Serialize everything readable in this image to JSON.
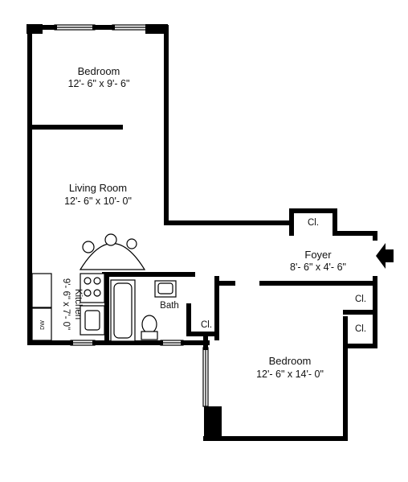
{
  "rooms": {
    "bedroom_top": {
      "name": "Bedroom",
      "dims": "12'- 6\" x 9'- 6\""
    },
    "living_room": {
      "name": "Living Room",
      "dims": "12'- 6\" x 10'- 0\""
    },
    "kitchen": {
      "name": "Kitchen",
      "dims": "9'- 6\" x 7'- 0\""
    },
    "bath": {
      "name": "Bath"
    },
    "foyer": {
      "name": "Foyer",
      "dims": "8'- 6\" x 4'- 6\""
    },
    "bedroom_bottom": {
      "name": "Bedroom",
      "dims": "12'- 6\" x 14'- 0\""
    }
  },
  "closets": {
    "foyer": "Cl.",
    "bath": "Cl.",
    "right_upper": "Cl.",
    "right_lower": "Cl."
  },
  "icons": {
    "entry": "entry-arrow-icon",
    "refrigerator_mark": "DW"
  }
}
